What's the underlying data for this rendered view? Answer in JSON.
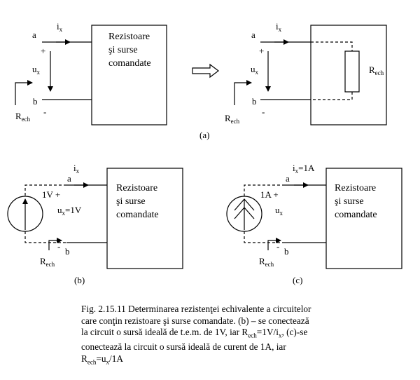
{
  "box_text": {
    "line1": "Rezistoare",
    "line2": "şi surse",
    "line3": "comandate"
  },
  "terminals": {
    "a": "a",
    "b": "b"
  },
  "signs": {
    "plus": "+",
    "minus": "-"
  },
  "symbols": {
    "current": "i",
    "current_sub": "x",
    "voltage": "u",
    "voltage_sub": "x",
    "resistance": "R",
    "resistance_sub": "ech"
  },
  "panel_b": {
    "source_value": "1V +",
    "ux_value": "=1V"
  },
  "panel_c": {
    "ix_value": "=1A",
    "source_value": "1A +"
  },
  "panel_labels": {
    "a": "(a)",
    "b": "(b)",
    "c": "(c)"
  },
  "caption": {
    "line1": "Fig. 2.15.11 Determinarea rezistenţei echivalente a circuitelor",
    "line2": "care conţin rezistoare şi surse comandate. (b) – se conectează",
    "line3_pre": "la circuit o sursă ideală de t.e.m. de 1V, iar R",
    "line3_sub1": "ech",
    "line3_mid": "=1V/i",
    "line3_sub2": "x",
    "line3_post": ", (c)-se",
    "line4": "conectează la circuit o sursă ideală de curent de 1A, iar",
    "line5_pre": "R",
    "line5_sub1": "ech",
    "line5_mid": "=u",
    "line5_sub2": "x",
    "line5_post": "/1A"
  }
}
